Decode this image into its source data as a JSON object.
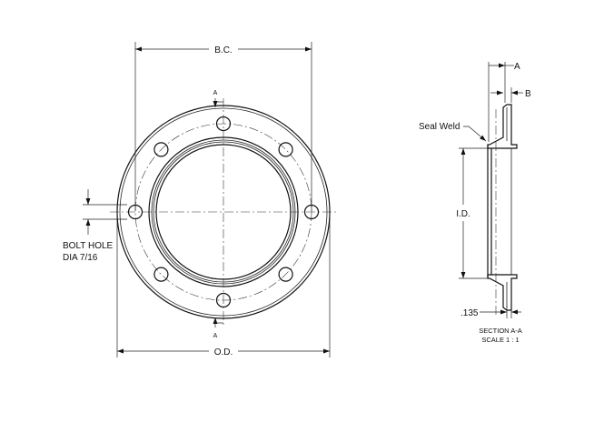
{
  "labels": {
    "bc": "B.C.",
    "od": "O.D.",
    "id": "I.D.",
    "a_dim": "A",
    "b_dim": "B",
    "seal_weld": "Seal Weld",
    "bolt_hole_line1": "BOLT HOLE",
    "bolt_hole_line2": "DIA 7/16",
    "thickness": ".135",
    "section_title": "SECTION A-A",
    "section_scale": "SCALE 1 : 1",
    "cut_top": "A",
    "cut_bottom": "A"
  },
  "colors": {
    "line": "#111111",
    "background": "#ffffff"
  },
  "bolt_hole_count": 8
}
